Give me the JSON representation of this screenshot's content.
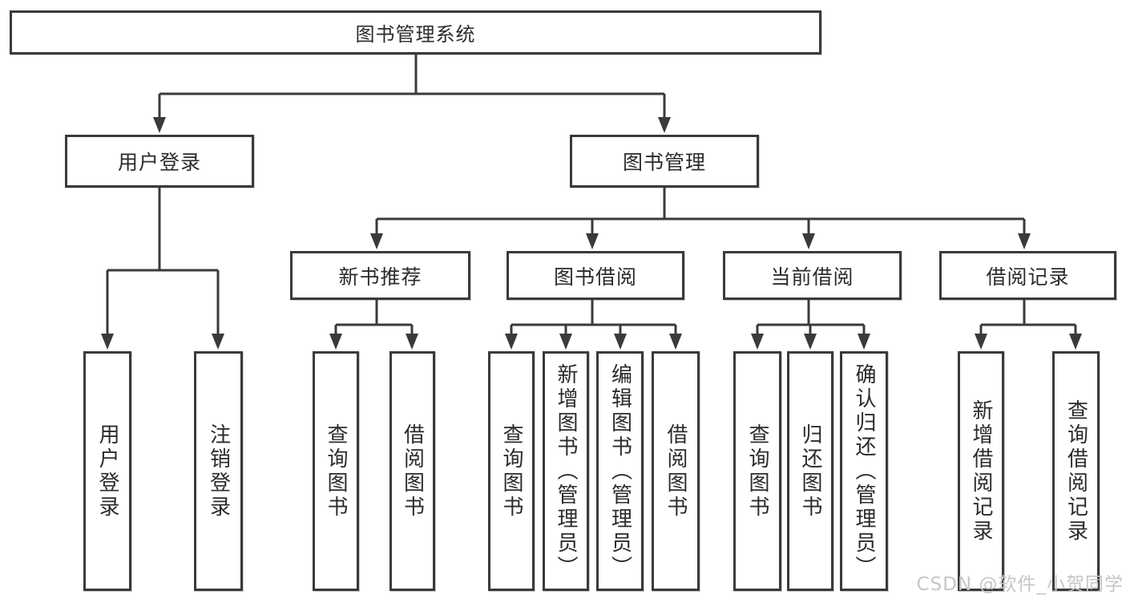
{
  "tree": {
    "root": "图书管理系统",
    "children": [
      {
        "label": "用户登录",
        "children": [
          "用户登录",
          "注销登录"
        ]
      },
      {
        "label": "图书管理",
        "children": [
          {
            "label": "新书推荐",
            "children": [
              "查询图书",
              "借阅图书"
            ]
          },
          {
            "label": "图书借阅",
            "children": [
              "查询图书",
              "新增图书（管理员）",
              "编辑图书（管理员）",
              "借阅图书"
            ]
          },
          {
            "label": "当前借阅",
            "children": [
              "查询图书",
              "归还图书",
              "确认归还（管理员）"
            ]
          },
          {
            "label": "借阅记录",
            "children": [
              "新增借阅记录",
              "查询借阅记录"
            ]
          }
        ]
      }
    ]
  },
  "watermark": {
    "text": "CSDN @软件_小贺同学"
  },
  "colors": {
    "line": "#3a3a3a",
    "border": "#3a3a3a",
    "text": "#2b2b2b",
    "watermark": "#c6c6c6",
    "background": "#ffffff"
  }
}
